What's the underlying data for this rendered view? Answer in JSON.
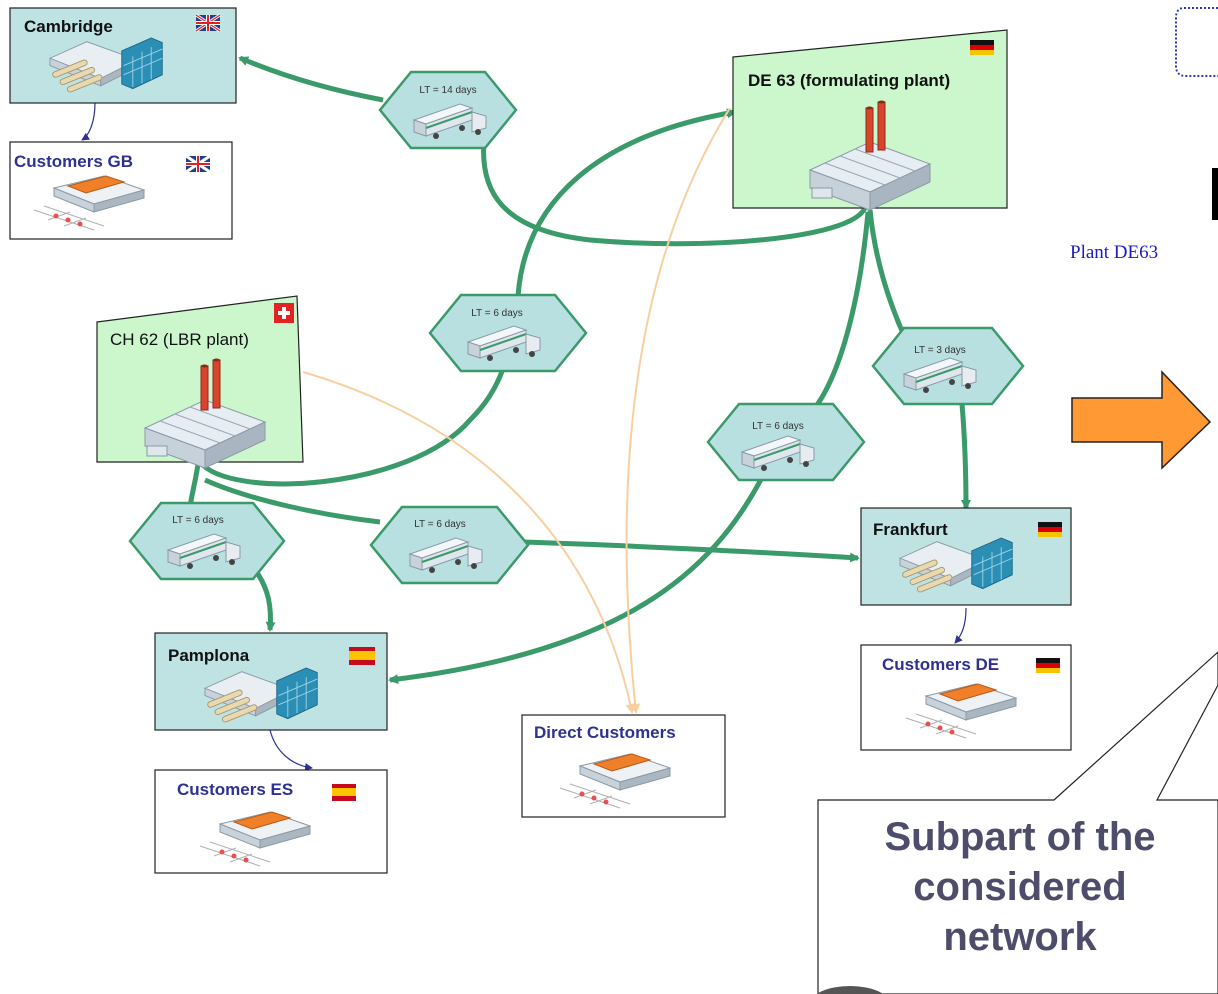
{
  "nodes": {
    "cambridge": "Cambridge",
    "customers_gb": "Customers GB",
    "de63": "DE 63 (formulating plant)",
    "ch62": "CH 62 (LBR plant)",
    "frankfurt": "Frankfurt",
    "customers_de": "Customers DE",
    "pamplona": "Pamplona",
    "customers_es": "Customers ES",
    "direct_customers": "Direct Customers"
  },
  "lead_times": {
    "de63_cambridge": "LT = 14 days",
    "ch62_de63": "LT = 6 days",
    "de63_frankfurt": "LT = 3 days",
    "de63_pamplona": "LT = 6 days",
    "ch62_pamplona": "LT = 6 days",
    "ch62_frankfurt": "LT = 6 days"
  },
  "side_label": "Plant DE63",
  "callout": [
    "Subpart of the",
    "considered",
    "network"
  ],
  "colors": {
    "route": "#3a9a6a",
    "direct_flow": "#f8cfa0",
    "customer_link": "#2e3192",
    "warehouse_fill": "#bfe3e3",
    "plant_fill": "#ccf7cc",
    "hexagon_fill": "#b9e0e0",
    "arrow_fill": "#ff9933",
    "callout_text": "#4d4d6b"
  }
}
